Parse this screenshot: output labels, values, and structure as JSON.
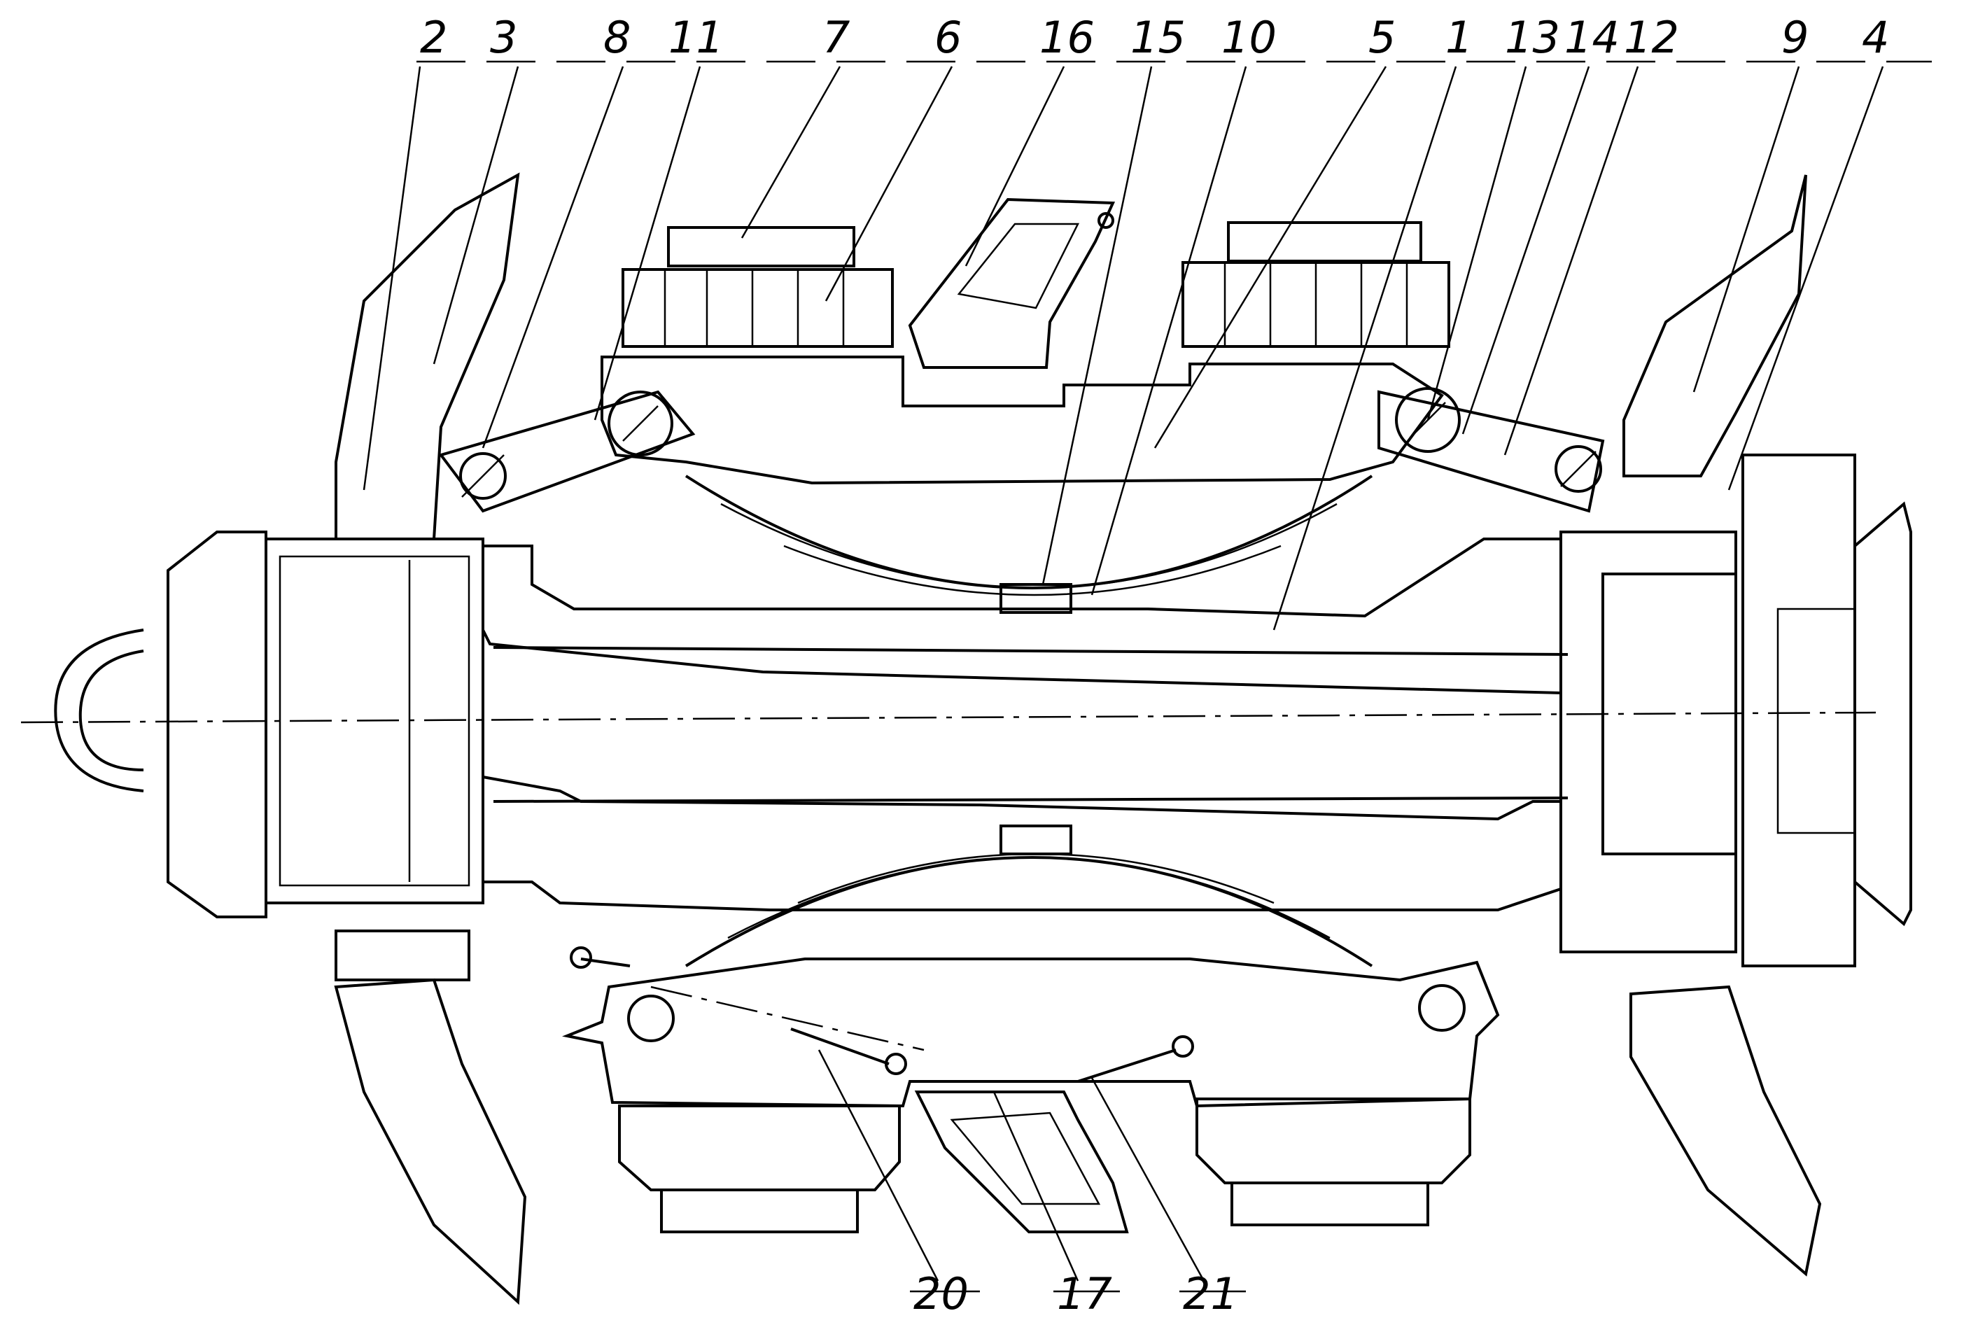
{
  "figure": {
    "labels_top": [
      {
        "id": "2"
      },
      {
        "id": "3"
      },
      {
        "id": "8"
      },
      {
        "id": "11"
      },
      {
        "id": "7"
      },
      {
        "id": "6"
      },
      {
        "id": "16"
      },
      {
        "id": "15"
      },
      {
        "id": "10"
      },
      {
        "id": "5"
      },
      {
        "id": "1"
      },
      {
        "id": "13"
      },
      {
        "id": "14"
      },
      {
        "id": "12"
      },
      {
        "id": "9"
      },
      {
        "id": "4"
      }
    ],
    "labels_bottom": [
      {
        "id": "20"
      },
      {
        "id": "17"
      },
      {
        "id": "21"
      }
    ]
  }
}
